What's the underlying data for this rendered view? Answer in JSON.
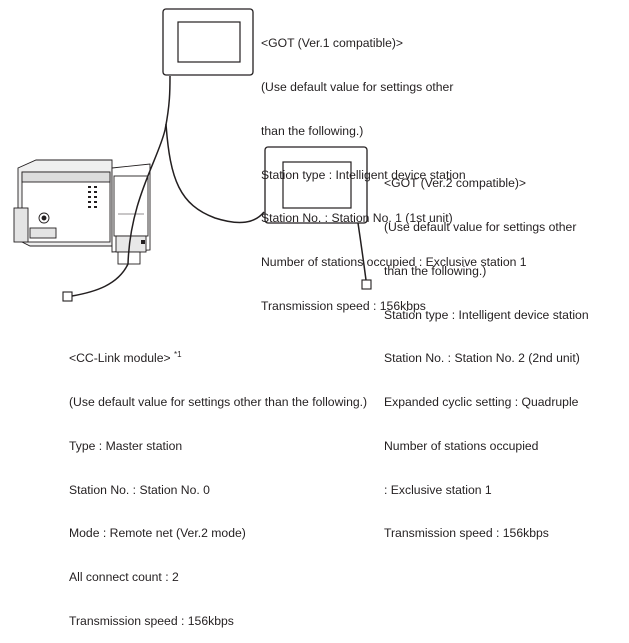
{
  "got1": {
    "title": "<GOT (Ver.1 compatible)>",
    "lines": [
      "(Use default value for settings other",
      "than the following.)",
      "Station type : Intelligent device station",
      "Station No. : Station No. 1 (1st unit)",
      "Number of stations occupied : Exclusive station 1",
      "Transmission speed : 156kbps"
    ]
  },
  "got2": {
    "title": "<GOT (Ver.2 compatible)>",
    "lines": [
      "(Use default value for settings other",
      "than the following.)",
      "Station type : Intelligent device station",
      "Station No. : Station No. 2 (2nd unit)",
      "Expanded cyclic setting : Quadruple",
      "Number of stations occupied",
      ": Exclusive station 1",
      "Transmission speed : 156kbps"
    ]
  },
  "cclink": {
    "title": "<CC-Link module>",
    "footnote": "*1",
    "lines": [
      "(Use default value for settings other than the following.)",
      "Type : Master station",
      "Station No. : Station No. 0",
      "Mode : Remote net (Ver.2 mode)",
      "All connect count : 2",
      "Transmission speed : 156kbps"
    ]
  },
  "colors": {
    "line": "#231f20",
    "screen_border": "#231f20",
    "plc_fill": "#e6e6e6"
  }
}
